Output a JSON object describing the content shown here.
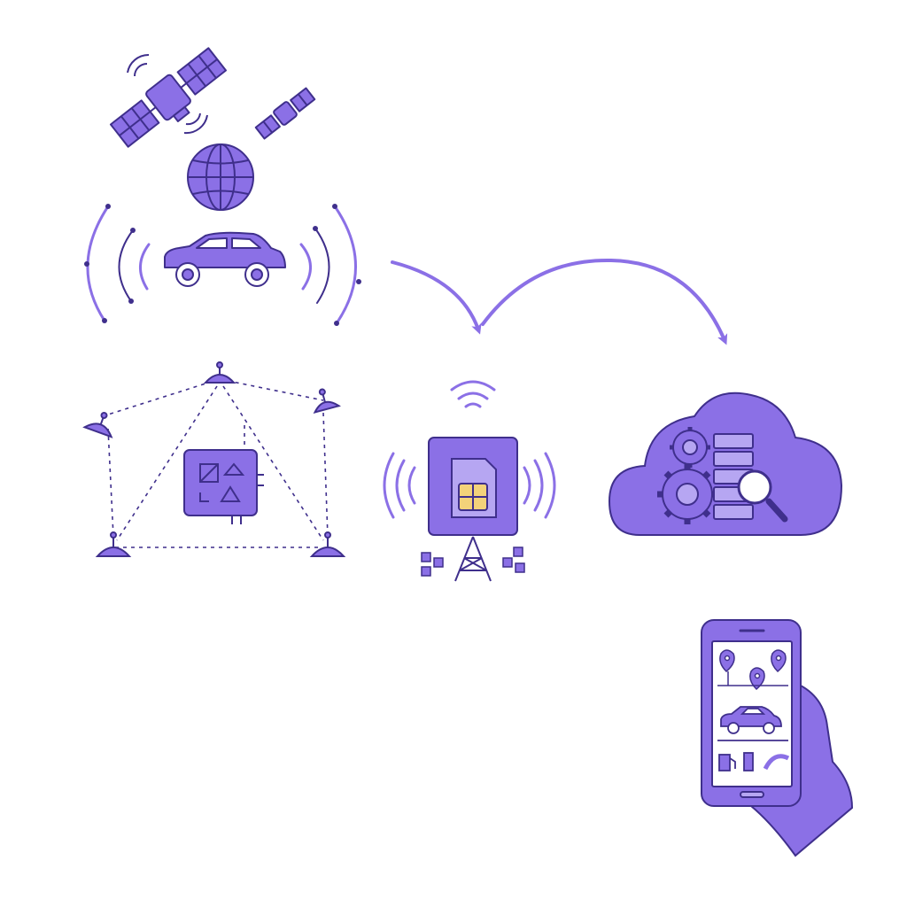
{
  "colors": {
    "fill": "#8b70e6",
    "stroke": "#3f2f8c",
    "light": "#b6a6f2",
    "chip": "#f3d27a",
    "background": "#ffffff"
  },
  "diagram": {
    "nodes": [
      {
        "id": "satellites",
        "icon": "satellite-icon"
      },
      {
        "id": "globe",
        "icon": "globe-icon"
      },
      {
        "id": "vehicle",
        "icon": "car-icon"
      },
      {
        "id": "tracker-device",
        "icon": "gps-tracker-icon"
      },
      {
        "id": "sim-module",
        "icon": "sim-card-icon"
      },
      {
        "id": "cloud-server",
        "icon": "cloud-server-icon"
      },
      {
        "id": "mobile-app",
        "icon": "smartphone-icon"
      }
    ],
    "edges": [
      {
        "from": "vehicle",
        "to": "sim-module"
      },
      {
        "from": "sim-module",
        "to": "cloud-server"
      }
    ]
  }
}
